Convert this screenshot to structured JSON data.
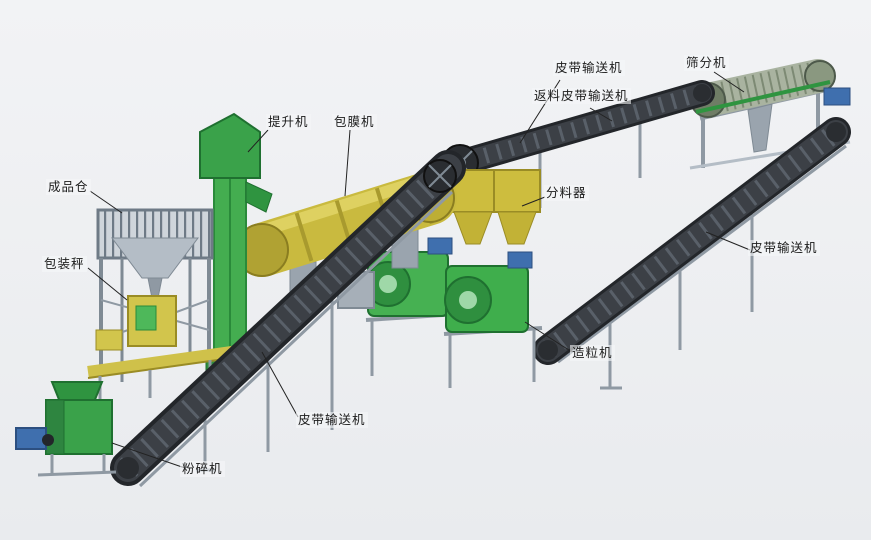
{
  "diagram": {
    "labels": [
      {
        "id": "finished-product-bin",
        "text": "成品仓"
      },
      {
        "id": "packing-scale",
        "text": "包装秤"
      },
      {
        "id": "bucket-elevator",
        "text": "提升机"
      },
      {
        "id": "coating-machine",
        "text": "包膜机"
      },
      {
        "id": "belt-conveyor-top",
        "text": "皮带输送机"
      },
      {
        "id": "return-belt-conveyor",
        "text": "返料皮带输送机"
      },
      {
        "id": "screening-machine",
        "text": "筛分机"
      },
      {
        "id": "distributor",
        "text": "分料器"
      },
      {
        "id": "belt-conveyor-right",
        "text": "皮带输送机"
      },
      {
        "id": "granulator",
        "text": "造粒机"
      },
      {
        "id": "belt-conveyor-main",
        "text": "皮带输送机"
      },
      {
        "id": "crusher",
        "text": "粉碎机"
      }
    ],
    "colors": {
      "machine_green": "#3aa24a",
      "machine_yellow": "#cdbd3e",
      "steel_gray": "#9aa4ae",
      "belt_dark": "#3c4046",
      "motor_blue": "#3f6fae",
      "background": "#eef0f3"
    }
  }
}
